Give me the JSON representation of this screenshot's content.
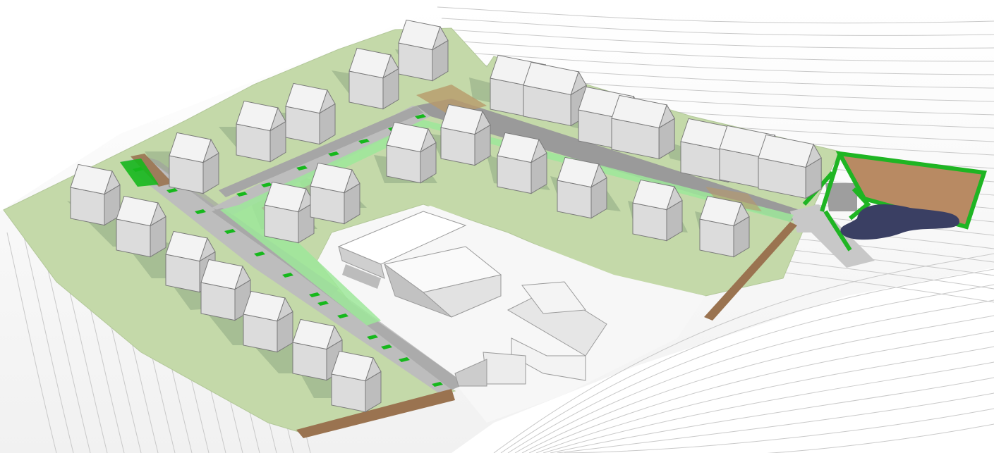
{
  "diagram": {
    "kind": "isometric site plan model",
    "colors": {
      "background": "#ffffff",
      "contour": "#c9c9c9",
      "lawn": "#c4d9a9",
      "lawn_shade": "#8fa884",
      "road": "#bdbdbd",
      "road_dark": "#8c8c8c",
      "green_path": "#35c43a",
      "green_marker": "#16b81c",
      "light_green": "#9ee89a",
      "brown_path": "#9a7350",
      "brown_plaza": "#b88a63",
      "pond": "#3a3f63",
      "house_front": "#dcdcdc",
      "house_side": "#bdbdbd",
      "house_roof": "#f3f3f3",
      "house_edge": "#7a7a7a",
      "existing_building": "#f7f7f7"
    },
    "elements": {
      "new_houses": 30,
      "existing_buildings": 5,
      "ponds": 1,
      "plazas": 1
    }
  }
}
